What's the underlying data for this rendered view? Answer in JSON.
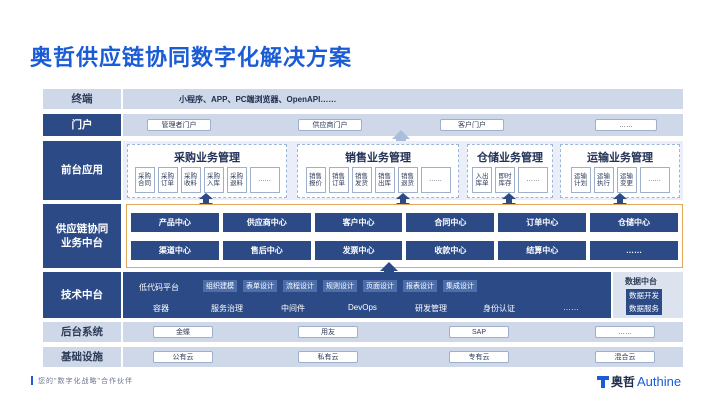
{
  "title": "奥哲供应链协同数字化解决方案",
  "rows": {
    "terminal": {
      "label": "终端",
      "text": "小程序、APP、PC端浏览器、OpenAPI……"
    },
    "portal": {
      "label": "门户",
      "items": [
        "管理者门户",
        "供应商门户",
        "客户门户",
        "……"
      ]
    },
    "frontend": {
      "label": "前台应用",
      "groups": [
        {
          "title": "采购业务管理",
          "items": [
            "采购\n合同",
            "采购\n订单",
            "采购\n收料",
            "采购\n入库",
            "采购\n退料",
            "……"
          ]
        },
        {
          "title": "销售业务管理",
          "items": [
            "销售\n报价",
            "销售\n订单",
            "销售\n发货",
            "销售\n出库",
            "销售\n退货",
            "……"
          ]
        },
        {
          "title": "仓储业务管理",
          "items": [
            "入出\n库单",
            "即时\n库存",
            "……"
          ]
        },
        {
          "title": "运输业务管理",
          "items": [
            "运输\n计划",
            "运输\n执行",
            "运输\n变更",
            "……"
          ]
        }
      ]
    },
    "middle": {
      "label": "供应链协同\n业务中台",
      "row1": [
        "产品中心",
        "供应商中心",
        "客户中心",
        "合同中心",
        "订单中心",
        "仓储中心"
      ],
      "row2": [
        "渠道中心",
        "售后中心",
        "发票中心",
        "收款中心",
        "结算中心",
        "……"
      ]
    },
    "tech": {
      "label": "技术中台",
      "row1_plain": "低代码平台",
      "row1_chips": [
        "组织建模",
        "表单设计",
        "流程设计",
        "规则设计",
        "页面设计",
        "报表设计",
        "集成设计"
      ],
      "row2": [
        "容器",
        "服务治理",
        "中间件",
        "DevOps",
        "研发管理",
        "身份认证",
        "……"
      ],
      "data_title": "数据中台",
      "data_items": [
        "数据开发",
        "数据服务"
      ]
    },
    "backend": {
      "label": "后台系统",
      "items": [
        "金蝶",
        "用友",
        "SAP",
        "……"
      ]
    },
    "infra": {
      "label": "基础设施",
      "items": [
        "公有云",
        "私有云",
        "专有云",
        "混合云"
      ]
    }
  },
  "footer": {
    "slogan": "您的\"数字化战略\"合作伙伴",
    "logo_cn": "奥哲",
    "logo_en": "Authine"
  }
}
